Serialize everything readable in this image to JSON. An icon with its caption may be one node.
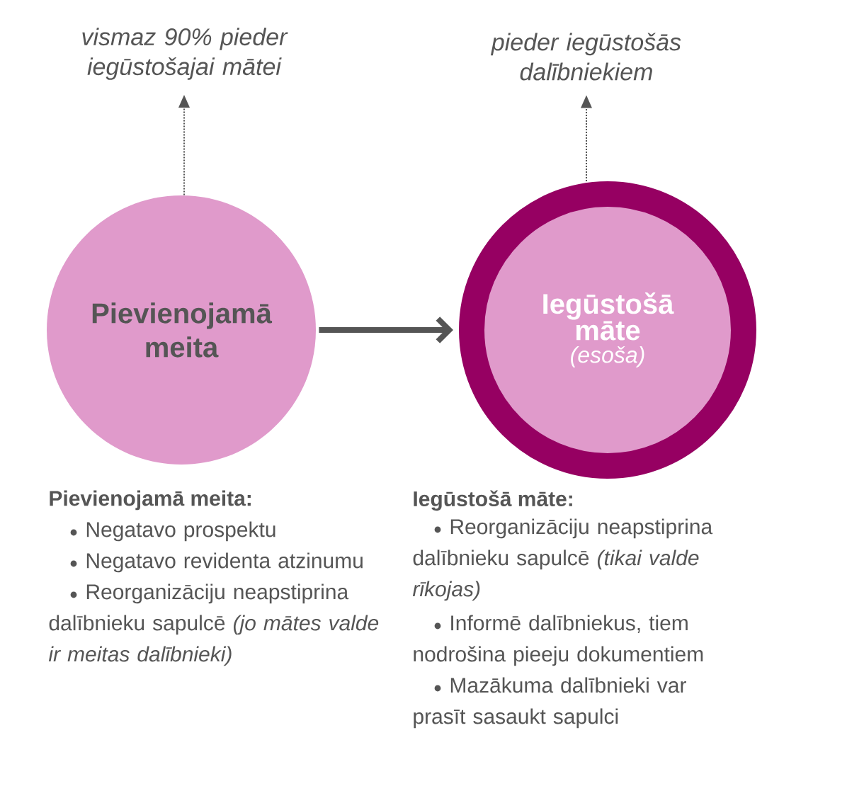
{
  "diagram": {
    "nodes": [
      {
        "text": [
          "vismaz 90% pieder iegūstošajai mātei"
        ]
      },
      {
        "text": [
          "Pievienojamā meita"
        ]
      },
      {
        "text": [
          "pieder iegūstošās dalībniekiem"
        ]
      },
      {
        "text": [
          "Iegūstošā māte",
          "(esoša)"
        ]
      }
    ],
    "edges": [
      {
        "from": 1,
        "to": 0,
        "arrow": "to",
        "style": "dashed"
      },
      {
        "from": 1,
        "to": 3,
        "arrow": "to",
        "style": "thick"
      },
      {
        "from": 3,
        "to": 2,
        "arrow": "to",
        "style": "dashed"
      }
    ],
    "labels": [
      "Pievienojamā meita:",
      "Negatavo prospektu",
      "Negatavo revidenta atzinumu",
      "Reorganizāciju neapstiprina dalībnieku sapulcē *(jo mātes valde ir meitas dalībnieki)*",
      "Iegūstošā māte:",
      "Reorganizāciju neapstiprina dalībnieku sapulcē *(tikai valde rīkojas)*",
      "Informē dalībniekus, tiem nodrošina pieeju dokumentiem",
      "Mazākuma dalībnieki var prasīt sasaukt sapulci"
    ]
  }
}
